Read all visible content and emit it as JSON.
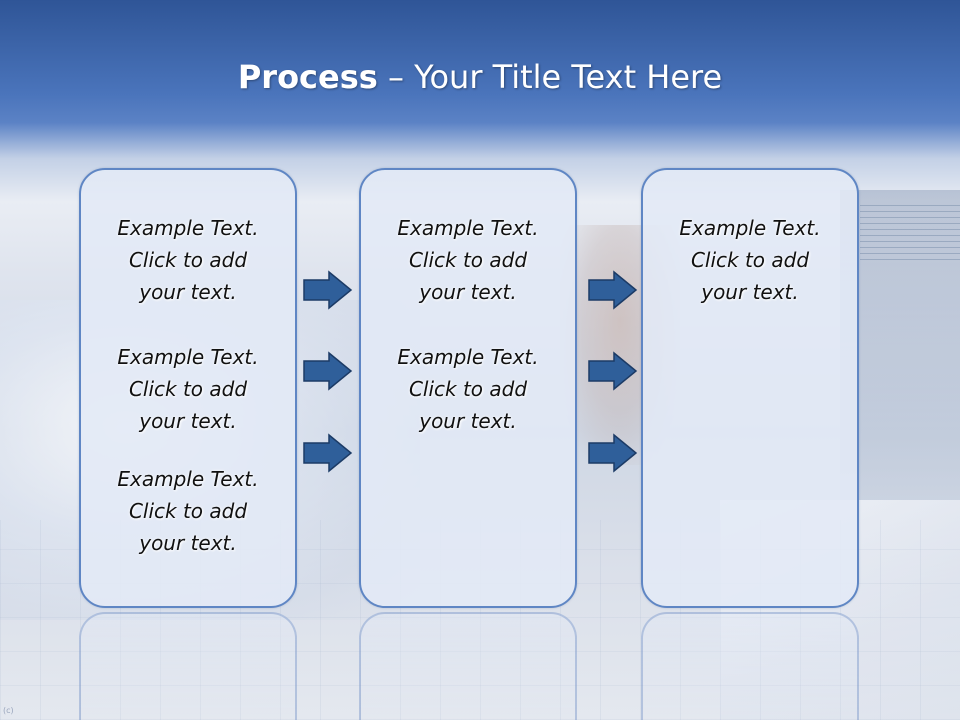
{
  "slide": {
    "title_bold": "Process",
    "title_rest": "  – Your Title Text Here",
    "corner_mark": "(c)"
  },
  "panels": [
    {
      "blocks": [
        {
          "line1": "Example Text.",
          "line2": "Click  to add",
          "line3": "your text."
        },
        {
          "line1": "Example Text.",
          "line2": "Click  to add",
          "line3": "your text."
        },
        {
          "line1": "Example Text.",
          "line2": "Click  to add",
          "line3": "your text."
        }
      ]
    },
    {
      "blocks": [
        {
          "line1": "Example Text.",
          "line2": "Click  to add",
          "line3": "your text."
        },
        {
          "line1": "Example Text.",
          "line2": "Click  to add",
          "line3": "your text."
        }
      ]
    },
    {
      "blocks": [
        {
          "line1": "Example Text.",
          "line2": "Click  to add",
          "line3": "your text."
        }
      ]
    }
  ],
  "colors": {
    "arrow_fill": "#2f5f9a",
    "arrow_stroke": "#1c3b66",
    "panel_border": "#5f86c4"
  },
  "icons": [
    "arrow-right-icon"
  ]
}
